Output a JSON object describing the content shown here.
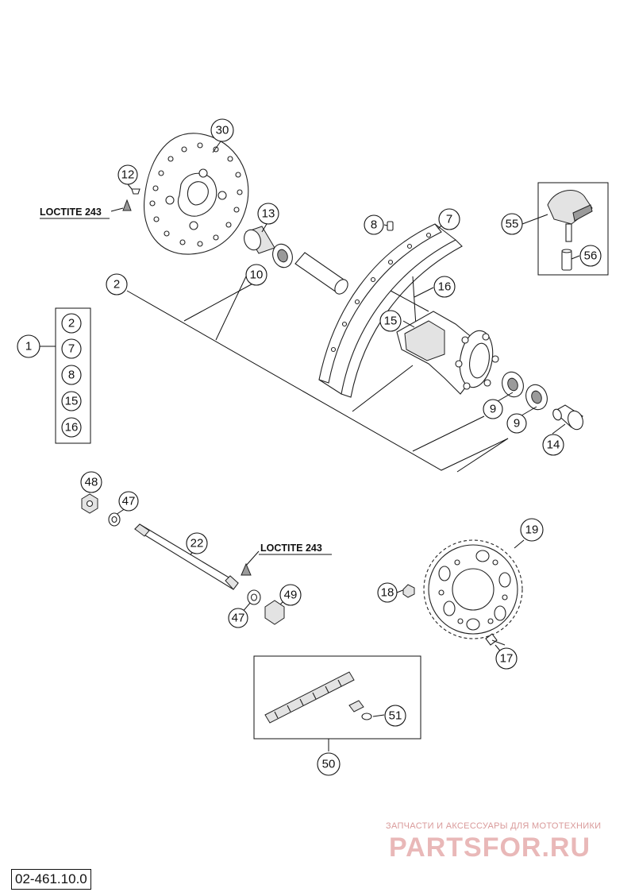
{
  "diagram": {
    "drawing_code": "02-461.10.0",
    "watermark": {
      "tagline": "ЗАПЧАСТИ И АКСЕССУАРЫ ДЛЯ МОТОТЕХНИКИ",
      "brand": "PARTSFOR.RU"
    },
    "notes": {
      "loctite_disc": "LOCTITE 243",
      "loctite_axle": "LOCTITE 243"
    },
    "callouts": {
      "c30": "30",
      "c12": "12",
      "c13": "13",
      "c8": "8",
      "c7": "7",
      "c55": "55",
      "c56": "56",
      "c2": "2",
      "c10": "10",
      "c16": "16",
      "c15": "15",
      "c1": "1",
      "c9a": "9",
      "c9b": "9",
      "c14": "14",
      "c48": "48",
      "c47a": "47",
      "c22": "22",
      "c49": "49",
      "c47b": "47",
      "c18": "18",
      "c19": "19",
      "c17": "17",
      "c51": "51",
      "c50": "50"
    },
    "kit_1_contents": [
      "2",
      "7",
      "8",
      "15",
      "16"
    ]
  }
}
